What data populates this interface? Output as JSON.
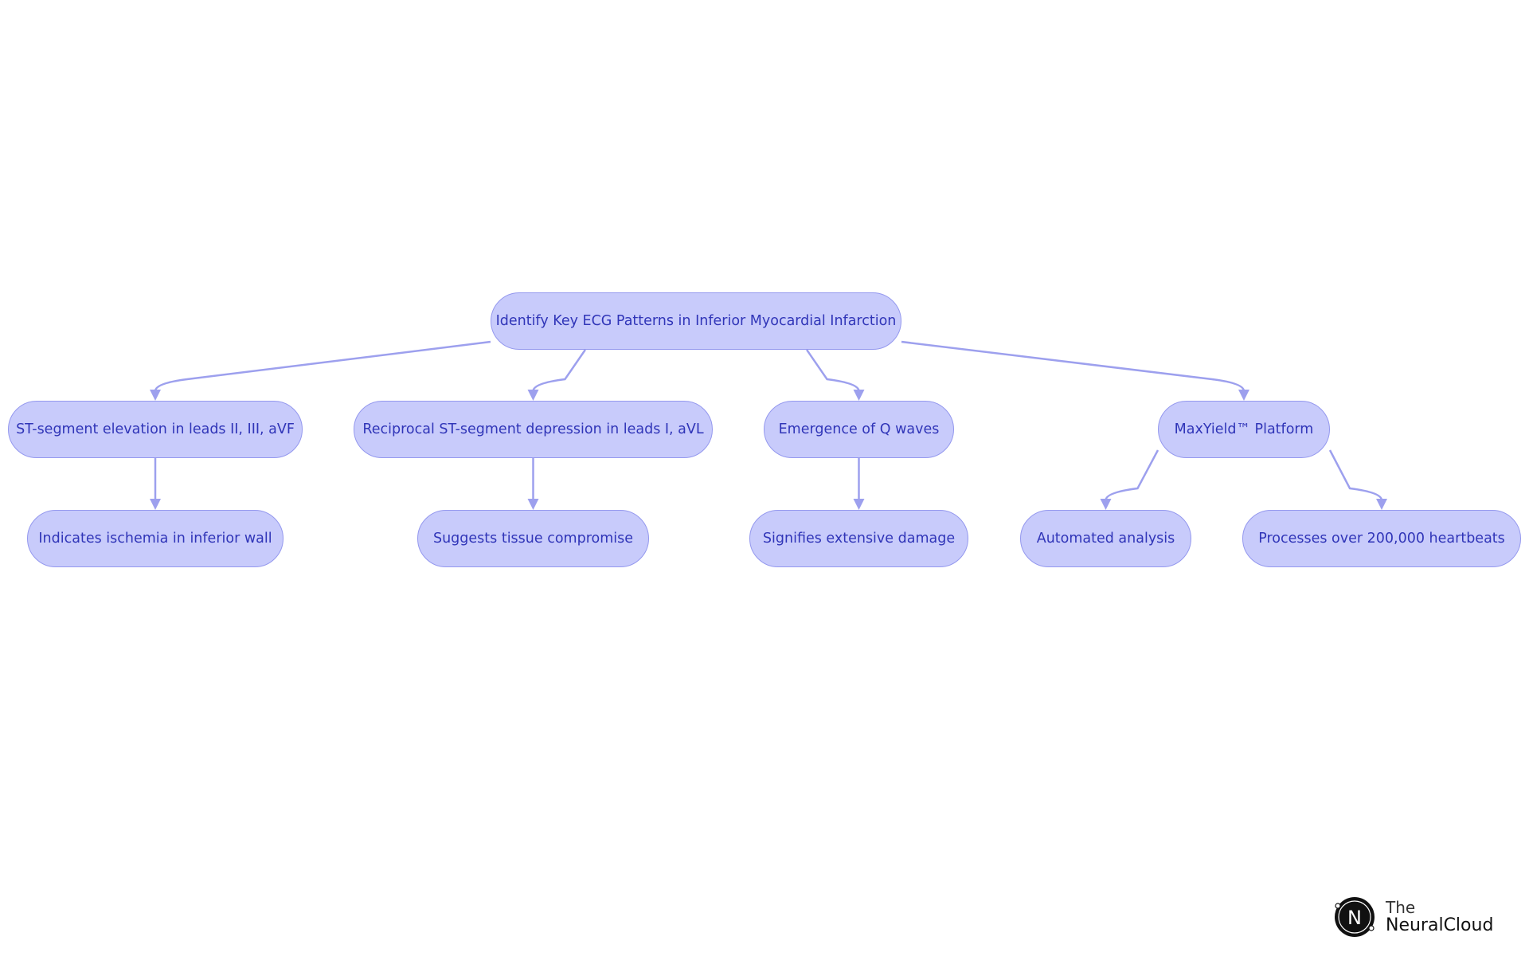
{
  "diagram": {
    "nodes": [
      {
        "id": "root",
        "label": "Identify Key ECG Patterns in Inferior Myocardial Infarction"
      },
      {
        "id": "st-elevation",
        "label": "ST-segment elevation in leads II, III, aVF"
      },
      {
        "id": "reciprocal",
        "label": "Reciprocal ST-segment depression in leads I, aVL"
      },
      {
        "id": "q-waves",
        "label": "Emergence of Q waves"
      },
      {
        "id": "maxyield",
        "label": "MaxYield™ Platform"
      },
      {
        "id": "ischemia",
        "label": "Indicates ischemia in inferior wall"
      },
      {
        "id": "tissue",
        "label": "Suggests tissue compromise"
      },
      {
        "id": "damage",
        "label": "Signifies extensive damage"
      },
      {
        "id": "automated",
        "label": "Automated analysis"
      },
      {
        "id": "heartbeats",
        "label": "Processes over 200,000 heartbeats"
      }
    ],
    "edges": [
      {
        "from": "root",
        "to": "st-elevation"
      },
      {
        "from": "root",
        "to": "reciprocal"
      },
      {
        "from": "root",
        "to": "q-waves"
      },
      {
        "from": "root",
        "to": "maxyield"
      },
      {
        "from": "st-elevation",
        "to": "ischemia"
      },
      {
        "from": "reciprocal",
        "to": "tissue"
      },
      {
        "from": "q-waves",
        "to": "damage"
      },
      {
        "from": "maxyield",
        "to": "automated"
      },
      {
        "from": "maxyield",
        "to": "heartbeats"
      }
    ],
    "colors": {
      "node_fill": "#c8cbfb",
      "node_border": "#9498ee",
      "node_text": "#3035b8",
      "edge": "#9da0ee"
    }
  },
  "logo": {
    "line1": "The",
    "line2": "NeuralCloud",
    "mark_letter": "N"
  }
}
